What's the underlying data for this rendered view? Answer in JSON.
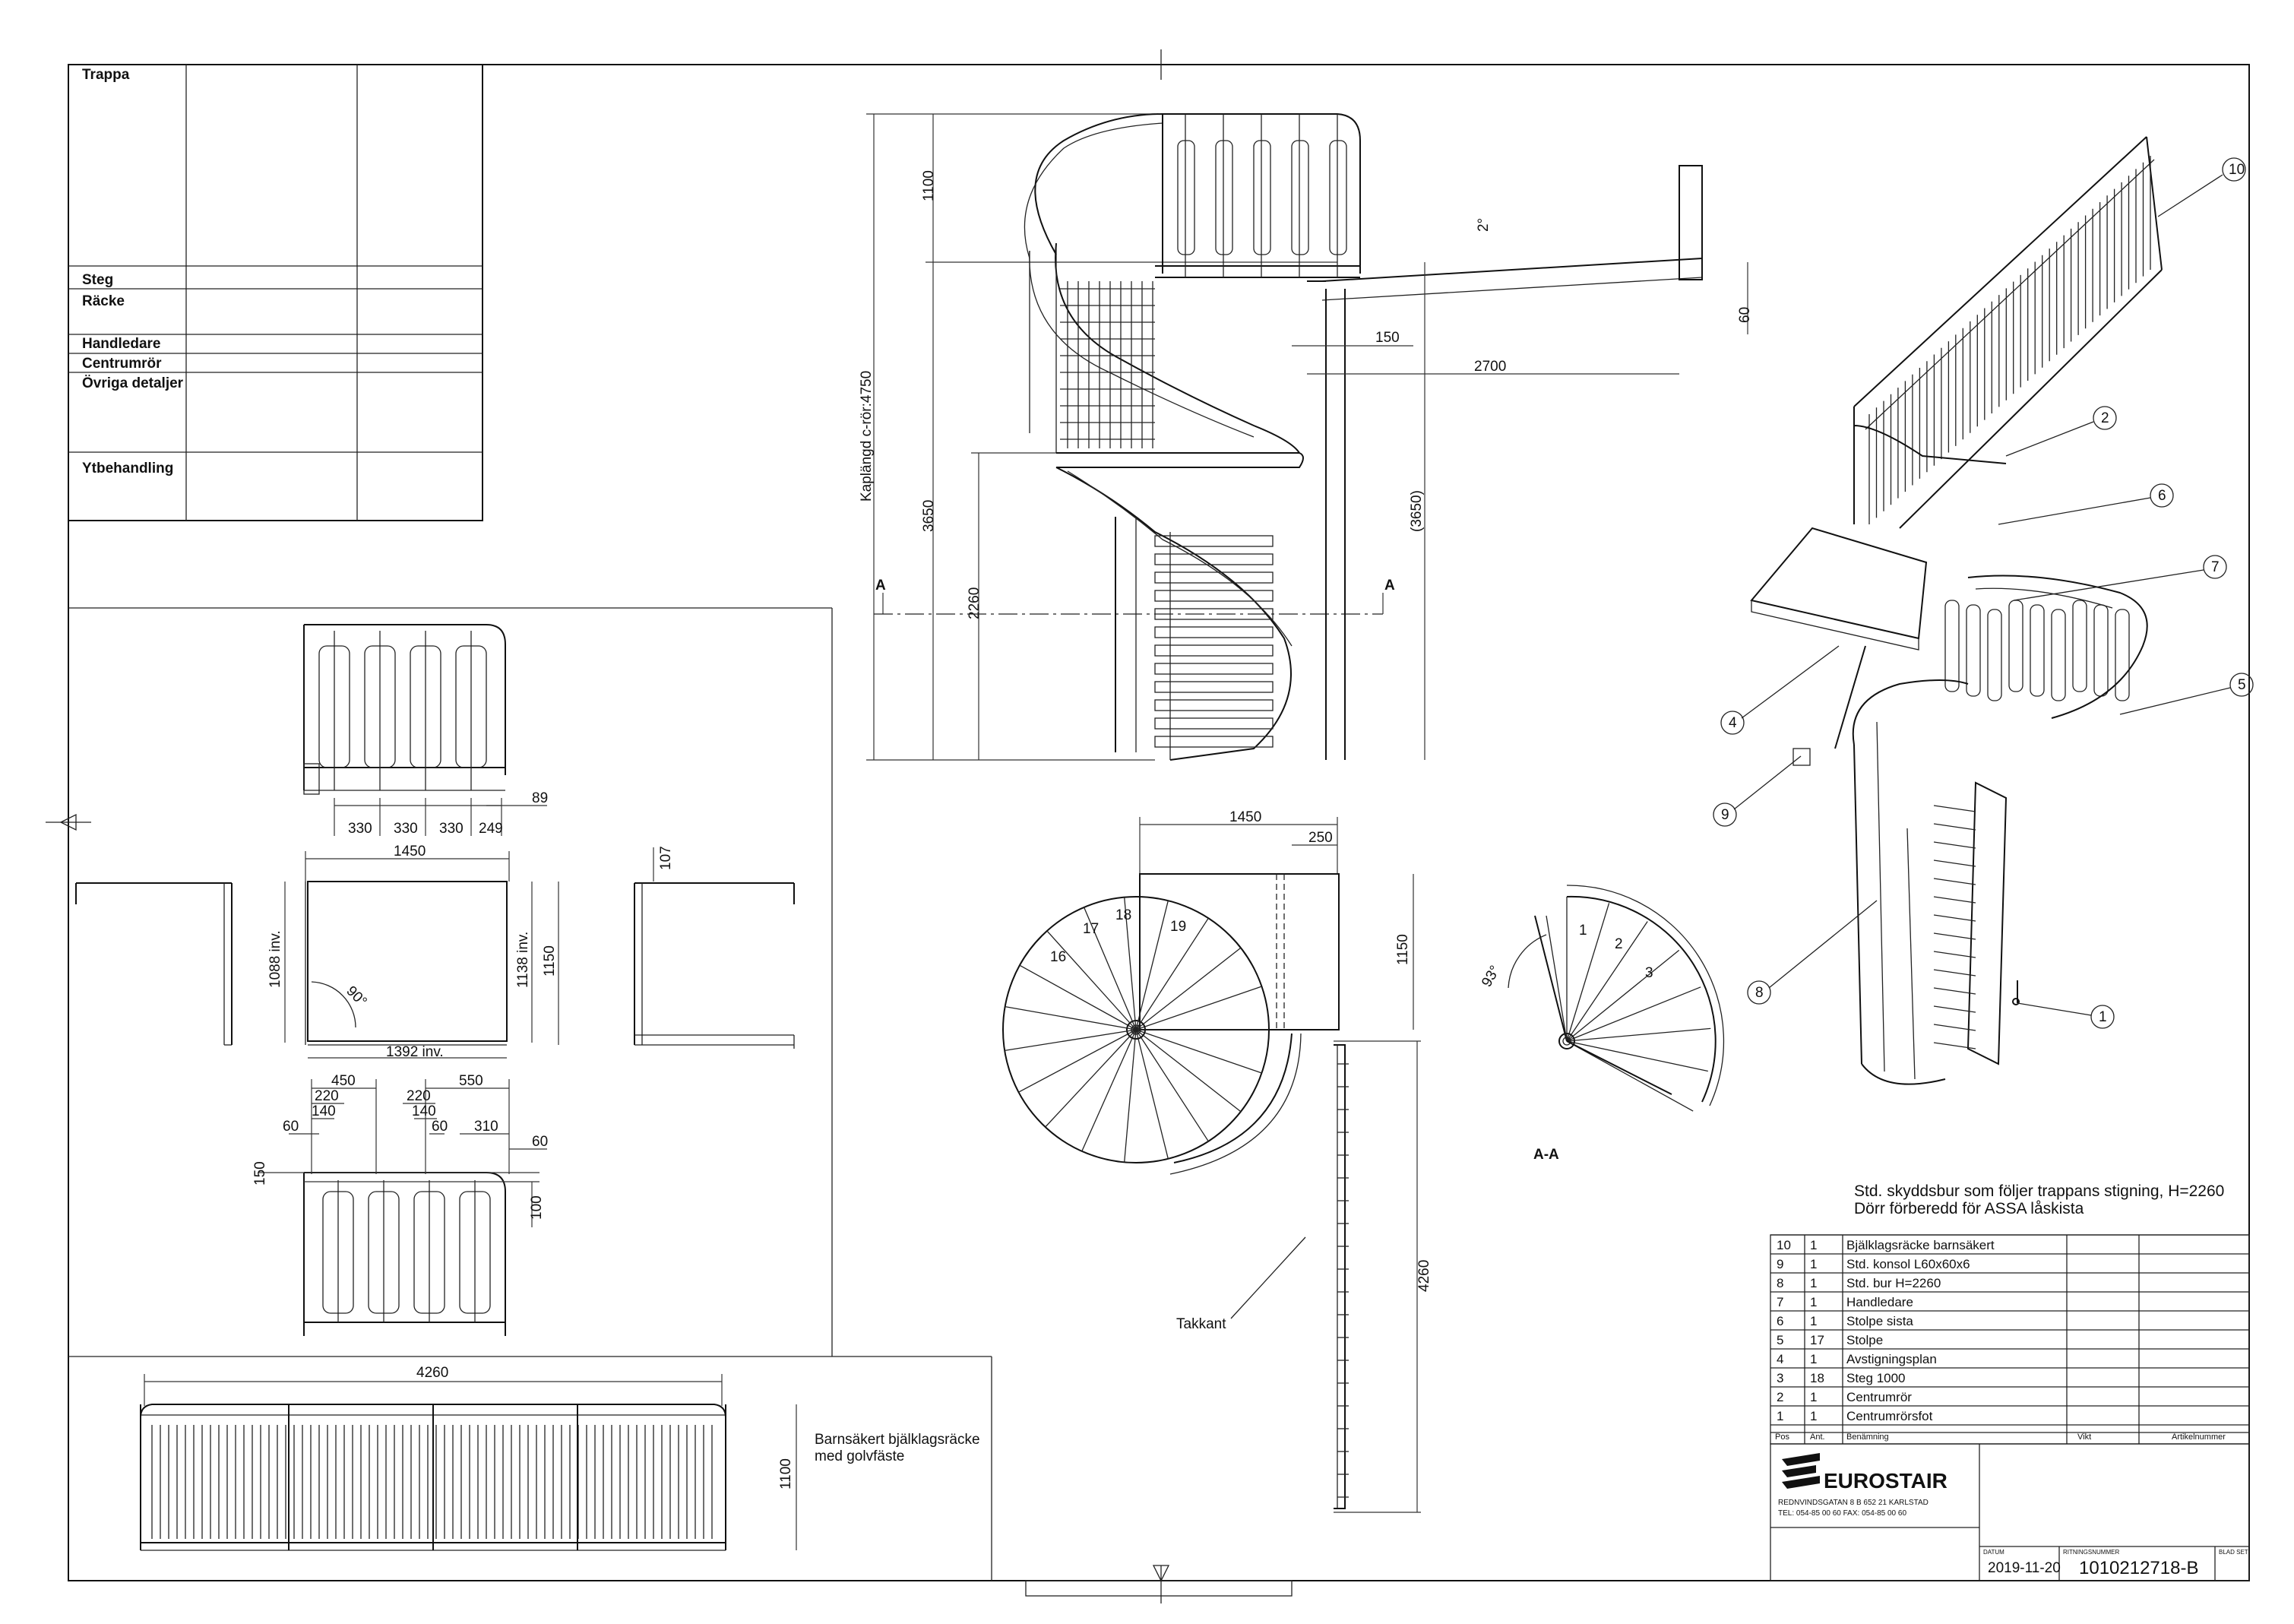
{
  "spec_table": {
    "rows": [
      "Trappa",
      "Steg",
      "Räcke",
      "Handledare",
      "Centrumrör",
      "Övriga detaljer",
      "Ytbehandling"
    ]
  },
  "dimensions": {
    "railing_small": [
      "330",
      "330",
      "330",
      "249",
      "89"
    ],
    "landing_plan": [
      "1450",
      "1088 inv.",
      "1138 inv.",
      "1150",
      "1392 inv.",
      "90°"
    ],
    "side": [
      "107"
    ],
    "lower_railing": [
      "450",
      "220",
      "140",
      "60",
      "220",
      "550",
      "140",
      "60",
      "310",
      "60",
      "150",
      "100"
    ],
    "long_railing": [
      "4260",
      "1100"
    ],
    "elevation": [
      "1100",
      "Kaplängd c-rör:4750",
      "3650",
      "2260",
      "2°",
      "150",
      "2700",
      "60",
      "(3650)",
      "A",
      "A"
    ],
    "plan": [
      "1450",
      "250",
      "1150",
      "4260"
    ],
    "section": [
      "93°",
      "1",
      "2",
      "3"
    ],
    "plan_steps": [
      "16",
      "17",
      "18",
      "19"
    ]
  },
  "labels": {
    "long_railing_note": [
      "Barnsäkert bjälklagsräcke",
      "med golvfäste"
    ],
    "takkant": "Takkant",
    "section_title": "A-A",
    "note": [
      "Std. skyddsbur som följer trappans stigning, H=2260",
      "Dörr förberedd för ASSA låskista"
    ]
  },
  "callouts": [
    "10",
    "2",
    "6",
    "7",
    "5",
    "4",
    "9",
    "8",
    "1"
  ],
  "parts_list": {
    "headers": [
      "Pos",
      "Ant.",
      "Benämning",
      "Vikt",
      "Artikelnummer"
    ],
    "rows": [
      {
        "pos": "10",
        "ant": "1",
        "name": "Bjälklagsräcke barnsäkert"
      },
      {
        "pos": "9",
        "ant": "1",
        "name": "Std. konsol L60x60x6"
      },
      {
        "pos": "8",
        "ant": "1",
        "name": "Std. bur H=2260"
      },
      {
        "pos": "7",
        "ant": "1",
        "name": "Handledare"
      },
      {
        "pos": "6",
        "ant": "1",
        "name": "Stolpe sista"
      },
      {
        "pos": "5",
        "ant": "17",
        "name": "Stolpe"
      },
      {
        "pos": "4",
        "ant": "1",
        "name": "Avstigningsplan"
      },
      {
        "pos": "3",
        "ant": "18",
        "name": "Steg 1000"
      },
      {
        "pos": "2",
        "ant": "1",
        "name": "Centrumrör"
      },
      {
        "pos": "1",
        "ant": "1",
        "name": "Centrumrörsfot"
      }
    ]
  },
  "title_block": {
    "logo": "EUROSTAIR",
    "address1": "REDNVINDSGATAN 8 B   652 21 KARLSTAD",
    "address2": "TEL: 054-85 00 60        FAX: 054-85 00 60",
    "date_label": "DATUM",
    "date": "2019-11-20",
    "drawing_label": "RITNINGSNUMMER",
    "drawing_number": "1010212718-B",
    "sheet_label": "BLAD SET"
  }
}
